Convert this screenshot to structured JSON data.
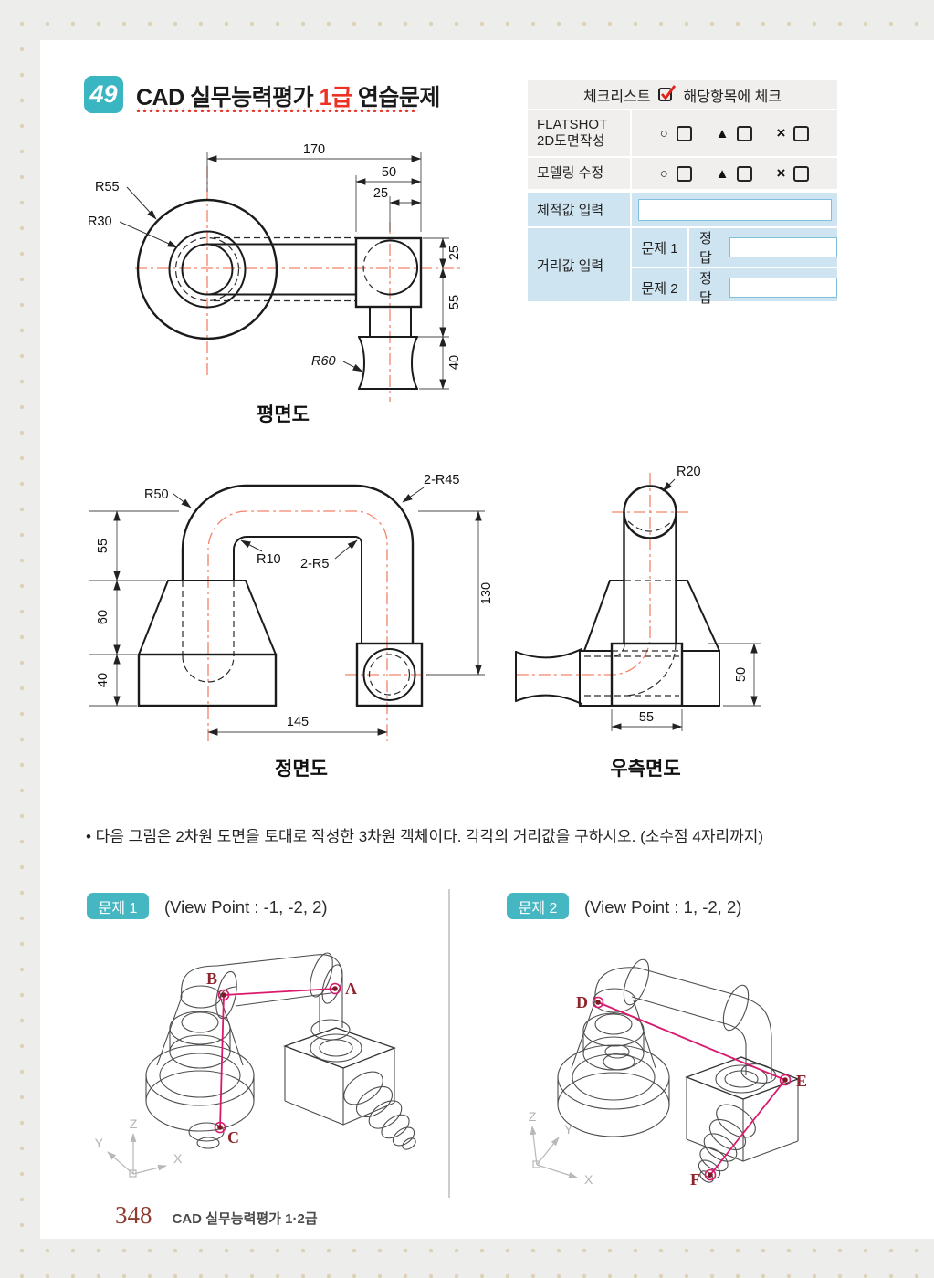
{
  "header": {
    "badge_number": "49",
    "title_prefix": "CAD 실무능력평가 ",
    "title_grade": "1급",
    "title_suffix": " 연습문제"
  },
  "checklist": {
    "title_left": "체크리스트",
    "title_right": "해당항목에 체크",
    "rows": [
      {
        "label_line1": "FLATSHOT",
        "label_line2": "2D도면작성"
      },
      {
        "label_line1": "모델링 수정",
        "label_line2": ""
      }
    ],
    "symbols": {
      "circle": "○",
      "triangle": "▲",
      "cross": "×"
    }
  },
  "answers": {
    "volume_label": "체적값 입력",
    "distance_label": "거리값 입력",
    "q1_label": "문제 1",
    "q2_label": "문제 2",
    "answer_label": "정답",
    "volume_value": "",
    "q1_value": "",
    "q2_value": ""
  },
  "top_view": {
    "caption": "평면도",
    "dim_170": "170",
    "dim_50": "50",
    "dim_25_top": "25",
    "dim_25_right": "25",
    "dim_55": "55",
    "dim_40": "40",
    "label_r55": "R55",
    "label_r30": "R30",
    "label_r60": "R60"
  },
  "front_view": {
    "caption": "정면도",
    "dim_55": "55",
    "dim_60": "60",
    "dim_40": "40",
    "dim_130": "130",
    "dim_145": "145",
    "label_r50": "R50",
    "label_2r45": "2-R45",
    "label_r10": "R10",
    "label_2r5": "2-R5"
  },
  "right_view": {
    "caption": "우측면도",
    "dim_55": "55",
    "dim_50": "50",
    "label_r20": "R20"
  },
  "problems": {
    "intro": "• 다음 그림은 2차원 도면을 토대로 작성한 3차원 객체이다. 각각의 거리값을 구하시오. (소수점 4자리까지)",
    "p1": {
      "badge": "문제 1",
      "viewpoint": "(View Point : -1, -2, 2)",
      "point_a": "A",
      "point_b": "B",
      "point_c": "C",
      "axis_x": "X",
      "axis_y": "Y",
      "axis_z": "Z"
    },
    "p2": {
      "badge": "문제 2",
      "viewpoint": "(View Point : 1, -2, 2)",
      "point_d": "D",
      "point_e": "E",
      "point_f": "F",
      "axis_x": "X",
      "axis_y": "Y",
      "axis_z": "Z"
    }
  },
  "footer": {
    "page_number": "348",
    "book_title": "CAD 실무능력평가 1·2급"
  },
  "colors": {
    "teal": "#3ab5c2",
    "title_red": "#ee3124",
    "centerline_salmon": "#f4836b",
    "measure_magenta": "#d9196d",
    "point_dark_red": "#8e242c",
    "answer_blue_bg": "#cfe4f1"
  }
}
